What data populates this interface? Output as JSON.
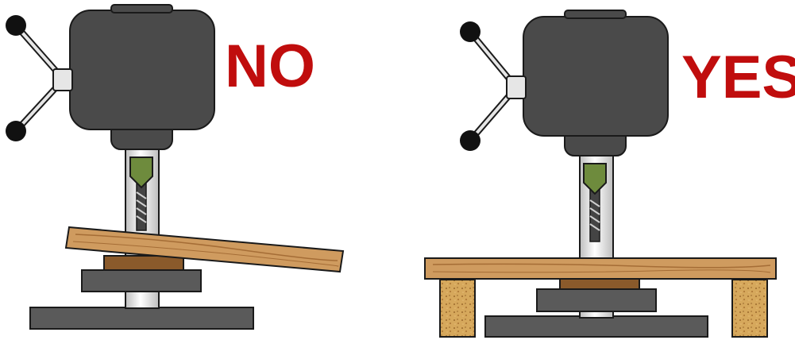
{
  "panels": [
    {
      "id": "no",
      "verdict": "NO",
      "board_state": "tilted",
      "support_blocks": false,
      "verdict_color": "#c00d0d"
    },
    {
      "id": "yes",
      "verdict": "YES",
      "board_state": "level",
      "support_blocks": true,
      "verdict_color": "#c00d0d"
    }
  ],
  "colors": {
    "motor": "#4a4a4a",
    "outline": "#1a1a1a",
    "column": "#e6e6e6",
    "chuck": "#6e8b3d",
    "wood": "#cf9b5f",
    "wood_grain": "#a56d36",
    "shim": "#8a5a2b",
    "base": "#5a5a5a",
    "cork": "#d6a85c",
    "knob": "#111111"
  },
  "icons": [
    "drill-press-icon",
    "wood-board-icon",
    "support-block-icon"
  ]
}
